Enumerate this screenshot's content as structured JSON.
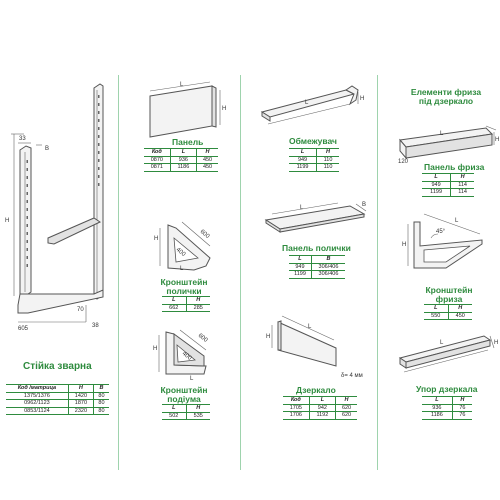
{
  "rack": {
    "title": "Стійка зварна",
    "dims": {
      "d33": "33",
      "dB": "B",
      "dH": "H",
      "d70": "70",
      "d38": "38",
      "d605": "605"
    },
    "headers": [
      "Код /матрица",
      "H",
      "B"
    ],
    "rows": [
      [
        "1375/1376",
        "1420",
        "80"
      ],
      [
        "0962/1123",
        "1870",
        "80"
      ],
      [
        "0853/1124",
        "2320",
        "80"
      ]
    ]
  },
  "panel": {
    "title": "Панель",
    "dims": {
      "L": "L",
      "H": "H"
    },
    "headers": [
      "Код",
      "L",
      "H"
    ],
    "rows": [
      [
        "0870",
        "936",
        "450"
      ],
      [
        "0871",
        "1186",
        "450"
      ]
    ]
  },
  "shelf_bracket": {
    "title": "Кронштейн полички",
    "dims": {
      "H": "H",
      "L": "L",
      "d600": "600",
      "d400": "400"
    },
    "headers": [
      "L",
      "H"
    ],
    "rows": [
      [
        "662",
        "285"
      ]
    ]
  },
  "bottom_bracket": {
    "title": "Кронштейн подіума",
    "dims": {
      "H": "H",
      "L": "L",
      "d600": "600",
      "d400": "400"
    },
    "headers": [
      "L",
      "H"
    ],
    "rows": [
      [
        "502",
        "535"
      ]
    ]
  },
  "limiter": {
    "title": "Обмежувач",
    "dims": {
      "L": "L",
      "H": "H"
    },
    "headers": [
      "L",
      "H"
    ],
    "rows": [
      [
        "949",
        "110"
      ],
      [
        "1199",
        "110"
      ]
    ]
  },
  "shelf_panel": {
    "title": "Панель полички",
    "dims": {
      "L": "L",
      "B": "B"
    },
    "headers": [
      "L",
      "B"
    ],
    "rows": [
      [
        "949",
        "306/406"
      ],
      [
        "1199",
        "306/406"
      ]
    ]
  },
  "mirror": {
    "title": "Дзеркало",
    "dims": {
      "L": "L",
      "H": "H"
    },
    "thickness": "δ= 4 мм",
    "headers": [
      "Код",
      "L",
      "H"
    ],
    "rows": [
      [
        "1705",
        "942",
        "620"
      ],
      [
        "1706",
        "1192",
        "620"
      ]
    ]
  },
  "frieze_elements": {
    "title_line1": "Елементи фриза",
    "title_line2": "під дзеркало"
  },
  "frieze_panel": {
    "title": "Панель фриза",
    "dims": {
      "H": "H",
      "L": "L",
      "d120": "120"
    },
    "headers": [
      "L",
      "H"
    ],
    "rows": [
      [
        "949",
        "114"
      ],
      [
        "1199",
        "114"
      ]
    ]
  },
  "frieze_bracket": {
    "title": "Кронштейн фриза",
    "dims": {
      "H": "H",
      "L": "L",
      "angle": "45°"
    },
    "headers": [
      "L",
      "H"
    ],
    "rows": [
      [
        "550",
        "450"
      ]
    ]
  },
  "mirror_stop": {
    "title": "Упор дзеркала",
    "dims": {
      "L": "L",
      "H": "H"
    },
    "headers": [
      "L",
      "H"
    ],
    "rows": [
      [
        "936",
        "76"
      ],
      [
        "1186",
        "76"
      ]
    ]
  }
}
